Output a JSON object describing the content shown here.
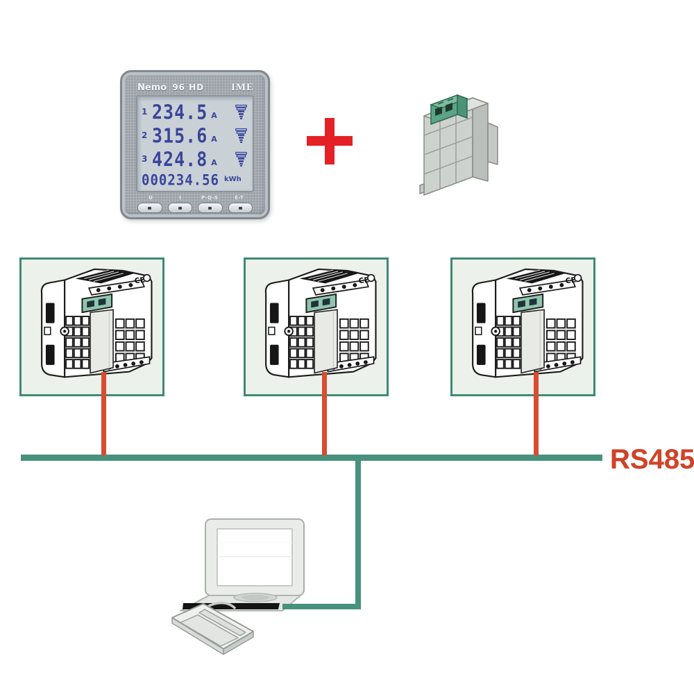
{
  "meter": {
    "model": "Nemo",
    "model_variant": "96 HD",
    "brand": "IME",
    "lcd": {
      "rows": [
        {
          "phase": "1",
          "value": "234.5",
          "unit": "A"
        },
        {
          "phase": "2",
          "value": "315.6",
          "unit": "A"
        },
        {
          "phase": "3",
          "value": "424.8",
          "unit": "A"
        }
      ],
      "energy": {
        "value": "000234.56",
        "unit": "kWh"
      }
    },
    "button_labels": [
      {
        "label": "U"
      },
      {
        "label": "I"
      },
      {
        "label": "P-Q-S"
      },
      {
        "label": "E-T"
      }
    ]
  },
  "plus_icon": "+",
  "bus": {
    "label": "RS485"
  },
  "devices": {
    "count": 3,
    "ce_mark": "CE"
  },
  "illustrations": {
    "meter_front": "nemo-96hd-front-panel",
    "module": "rs485-communication-module",
    "device_rear": "meter-rear-with-comm-module",
    "computer": "pc-monitor-and-keyboard"
  },
  "colors": {
    "bus_line": "#48917C",
    "box_border": "#3E8A71",
    "drop_line": "#D94C30",
    "rs485_label": "#CF4328",
    "plus": "#E42127",
    "lcd_digits": "#3A459A"
  }
}
